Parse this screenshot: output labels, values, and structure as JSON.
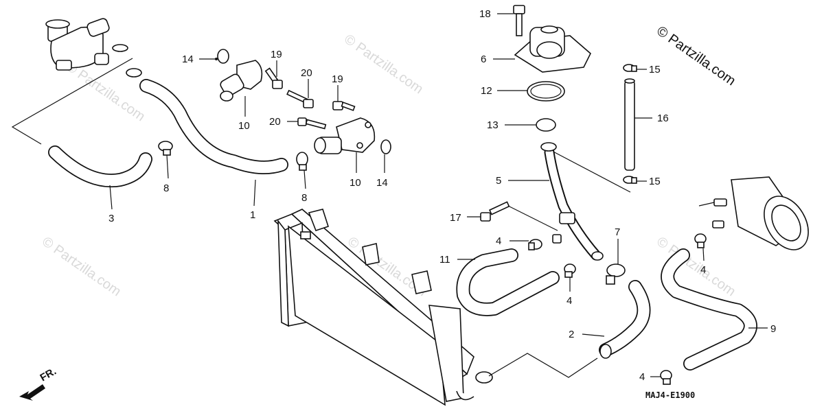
{
  "copyright": "© Partzilla.com",
  "watermark": "© Partzilla.com",
  "diagram_code": "MAJ4-E1900",
  "direction_label": "FR.",
  "callouts": {
    "c1": "1",
    "c2": "2",
    "c3": "3",
    "c4a": "4",
    "c4b": "4",
    "c4c": "4",
    "c4d": "4",
    "c5": "5",
    "c6": "6",
    "c7": "7",
    "c8a": "8",
    "c8b": "8",
    "c9": "9",
    "c10a": "10",
    "c10b": "10",
    "c11": "11",
    "c12": "12",
    "c13": "13",
    "c14a": "14",
    "c14b": "14",
    "c15a": "15",
    "c15b": "15",
    "c16": "16",
    "c17": "17",
    "c18": "18",
    "c19a": "19",
    "c19b": "19",
    "c20a": "20",
    "c20b": "20"
  }
}
